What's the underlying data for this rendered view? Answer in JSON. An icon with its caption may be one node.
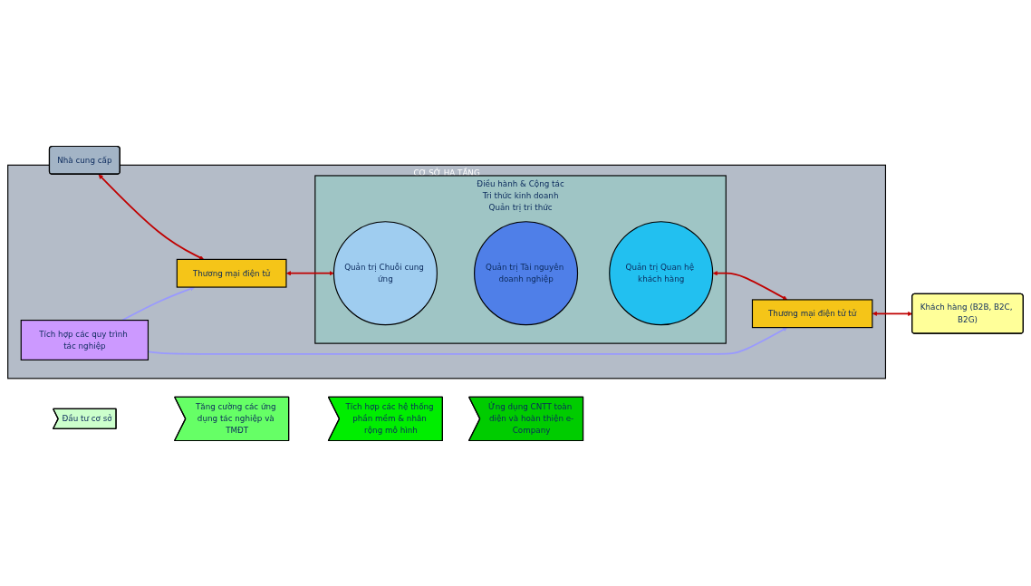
{
  "diagram": {
    "nodes": [
      {
        "text": [
          "CƠ SỞ HẠ TẦNG"
        ]
      },
      {
        "text": [
          "Nhà cung cấp"
        ]
      },
      {
        "text": [
          "Thương mại điện tử"
        ],
        "in": 0
      },
      {
        "text": [
          "Điều hành & Cộng tác",
          "Tri thức kinh doanh",
          "Quản trị tri thức"
        ],
        "in": 0
      },
      {
        "text": [
          "Quản trị Chuỗi cung ứng"
        ],
        "in": 3
      },
      {
        "text": [
          "Quản trị Tài nguyên doanh nghiệp"
        ],
        "in": 3
      },
      {
        "text": [
          "Quản trị Quan hệ khách hàng"
        ],
        "in": 3
      },
      {
        "text": [
          "Thương mại điện tử tử"
        ],
        "in": 0
      },
      {
        "text": [
          "Khách hàng (B2B, B2C, B2G)"
        ]
      },
      {
        "text": [
          "Tích hợp các quy trình tác nghiệp"
        ],
        "in": 0
      },
      {
        "text": [
          "Đầu tư cơ sở"
        ]
      },
      {
        "text": [
          "Tăng cường các ứng dụng tác nghiệp và TMĐT"
        ]
      },
      {
        "text": [
          "Tích hợp các hệ thống phần mềm & nhân rộng mô hình"
        ]
      },
      {
        "text": [
          "Ứng dụng CNTT toàn diện và hoàn thiện e-Company"
        ]
      }
    ],
    "edges": [
      {
        "from": 1,
        "to": 2,
        "arrow": "both",
        "color": "#c00000"
      },
      {
        "from": 2,
        "to": 4,
        "arrow": "both",
        "color": "#c00000"
      },
      {
        "from": 6,
        "to": 7,
        "arrow": "both",
        "color": "#c00000"
      },
      {
        "from": 7,
        "to": 8,
        "arrow": "both",
        "color": "#c00000"
      },
      {
        "from": 9,
        "to": 2,
        "arrow": "to",
        "color": "#9999ff"
      },
      {
        "from": 9,
        "to": 7,
        "arrow": "to",
        "color": "#9999ff"
      }
    ]
  }
}
